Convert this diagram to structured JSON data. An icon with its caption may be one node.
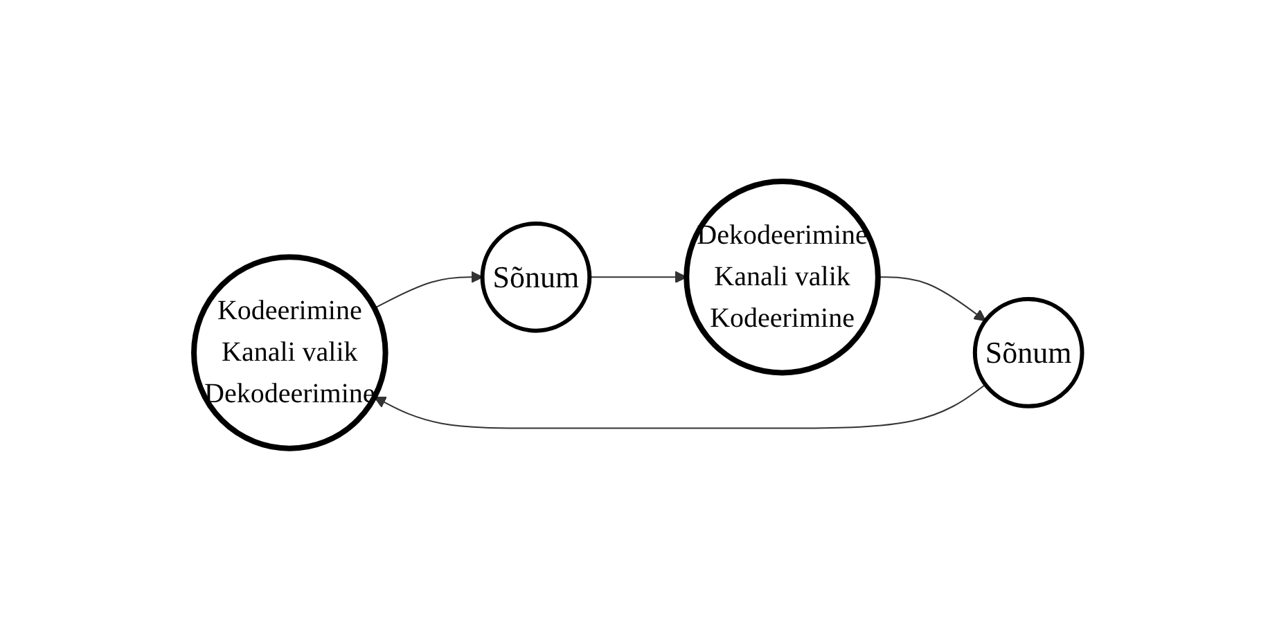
{
  "diagram": {
    "nodes": [
      {
        "text": [
          "Kodeerimine",
          "Kanali valik",
          "Dekodeerimine"
        ]
      },
      {
        "text": [
          "Sõnum"
        ]
      },
      {
        "text": [
          "Dekodeerimine",
          "Kanali valik",
          "Kodeerimine"
        ]
      },
      {
        "text": [
          "Sõnum"
        ]
      }
    ],
    "edges": [
      {
        "from": 0,
        "to": 1,
        "arrow": "to"
      },
      {
        "from": 1,
        "to": 2,
        "arrow": "to"
      },
      {
        "from": 2,
        "to": 3,
        "arrow": "to"
      },
      {
        "from": 3,
        "to": 0,
        "arrow": "to"
      }
    ]
  }
}
